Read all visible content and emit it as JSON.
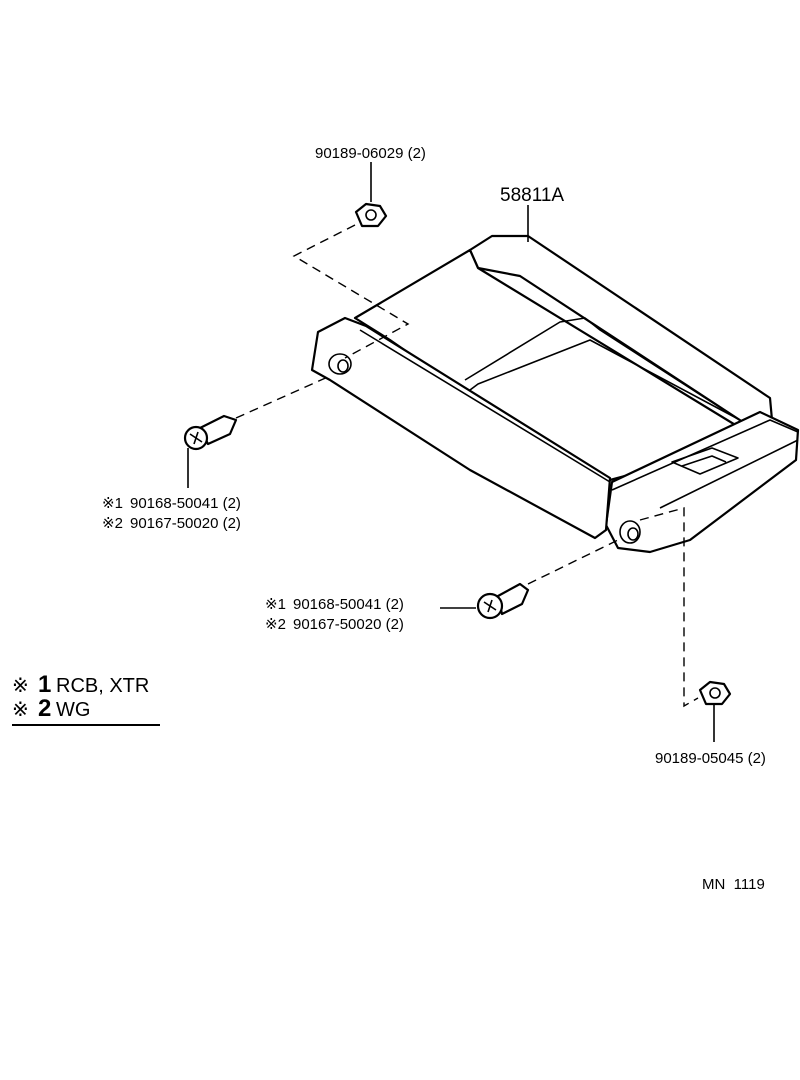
{
  "parts": {
    "main_part": "58811A",
    "nut_top": "90189-06029 (2)",
    "nut_bottom": "90189-05045 (2)",
    "screw_left": {
      "line1_mark": "※1",
      "line1_text": "90168-50041 (2)",
      "line2_mark": "※2",
      "line2_text": "90167-50020 (2)"
    },
    "screw_center": {
      "line1_mark": "※1",
      "line1_text": "90168-50041 (2)",
      "line2_mark": "※2",
      "line2_text": "90167-50020 (2)"
    }
  },
  "legend": {
    "item1_mark": "※",
    "item1_num": "1",
    "item1_text": "RCB, XTR",
    "item2_mark": "※",
    "item2_num": "2",
    "item2_text": "WG"
  },
  "footer": {
    "code": "MN  1119"
  }
}
